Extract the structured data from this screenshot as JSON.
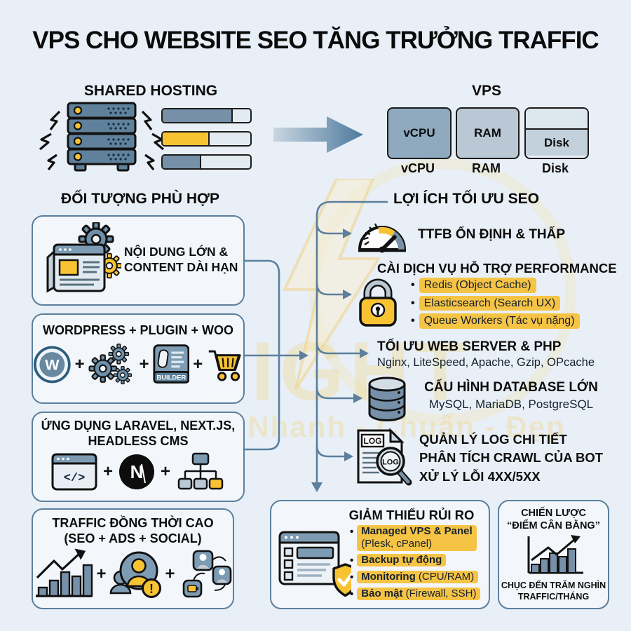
{
  "title": "VPS CHO WEBSITE SEO TĂNG TRƯỞNG TRAFFIC",
  "glyphs": {
    "plus": "+",
    "bullet": "•"
  },
  "comparison": {
    "shared_hosting": {
      "label": "SHARED HOSTING",
      "bars": [
        {
          "fill_percent": 78,
          "color": "#7590a8"
        },
        {
          "fill_percent": 52,
          "color": "#f8c333"
        },
        {
          "fill_percent": 42,
          "color": "#7590a8"
        }
      ]
    },
    "vps": {
      "label": "VPS",
      "resources": [
        {
          "name": "vCPU",
          "caption": "vCPU"
        },
        {
          "name": "RAM",
          "caption": "RAM"
        },
        {
          "name": "Disk",
          "caption": "Disk"
        }
      ]
    }
  },
  "left_column": {
    "heading": "ĐỐI TƯỢNG PHÙ HỢP",
    "boxes": [
      {
        "title_line1": "NỘI DUNG LỚN &",
        "title_line2": "CONTENT DÀI HẠN"
      },
      {
        "title_line1": "WORDPRESS + PLUGIN + WOO",
        "wordpress_letter": "W",
        "builder_label": "BUILDER"
      },
      {
        "title_line1": "ỨNG DỤNG LARAVEL, NEXT.JS,",
        "title_line2": "HEADLESS CMS",
        "code_glyph": "</>",
        "nextjs_letter": "N"
      },
      {
        "title_line1": "TRAFFIC ĐỒNG THỜI CAO",
        "title_line2": "(SEO + ADS + SOCIAL)",
        "warning_mark": "!"
      }
    ]
  },
  "right_column": {
    "heading": "LỢI ÍCH TỐI ƯU SEO",
    "benefits": [
      {
        "title": "TTFB ỔN ĐỊNH & THẤP"
      },
      {
        "title": "CÀI DỊCH VỤ HỖ TRỢ PERFORMANCE",
        "items": [
          "Redis (Object Cache)",
          "Elasticsearch (Search UX)",
          "Queue Workers (Tác vụ nặng)"
        ]
      },
      {
        "title": "TỐI ƯU WEB SERVER & PHP",
        "subtitle": "Nginx, LiteSpeed, Apache, Gzip, OPcache"
      },
      {
        "title": "CẤU HÌNH DATABASE LỚN",
        "subtitle": "MySQL, MariaDB, PostgreSQL"
      },
      {
        "title_line1": "QUẢN LÝ LOG CHI TIẾT",
        "title_line2": "PHÂN TÍCH CRAWL CỦA BOT",
        "title_line3": "XỬ LÝ LỖI 4XX/5XX",
        "log_label": "LOG"
      }
    ]
  },
  "risk_box": {
    "title": "GIẢM THIỂU RỦI RO",
    "items": [
      {
        "bold": "Managed VPS & Panel",
        "normal": "",
        "line2": "(Plesk, cPanel)"
      },
      {
        "bold": "Backup tự động",
        "normal": ""
      },
      {
        "bold": "Monitoring",
        "normal": " (CPU/RAM)"
      },
      {
        "bold": "Bảo mật",
        "normal": " (Firewall, SSH)"
      }
    ]
  },
  "strategy_box": {
    "title_line1": "CHIẾN LƯỢC",
    "title_line2": "“ĐIỂM CÂN BẰNG”",
    "caption_line1": "CHỤC ĐẾN TRĂM NGHÌN",
    "caption_line2": "TRAFFIC/THÁNG"
  },
  "watermark": {
    "brand": "LIGHT",
    "tagline": "Nhanh - Chuẩn - Đẹp"
  },
  "icons": [
    "server-rack-icon",
    "usage-bars",
    "arrow-right-icon",
    "newspaper-gears-icon",
    "wordpress-icon",
    "gears-icon",
    "builder-icon",
    "cart-icon",
    "code-window-icon",
    "nextjs-icon",
    "sitemap-icon",
    "bar-chart-icon",
    "users-warning-icon",
    "social-share-icon",
    "speedometer-icon",
    "lock-icon",
    "database-icon",
    "log-magnifier-icon",
    "panel-shield-icon",
    "growth-chart-icon"
  ],
  "colors": {
    "background": "#e9eff7",
    "accent_yellow": "#f8c333",
    "steel_blue": "#7590a8",
    "box_border": "#5b7f9d",
    "highlight_pill": "#f6c445",
    "text": "#0e0e0e"
  }
}
